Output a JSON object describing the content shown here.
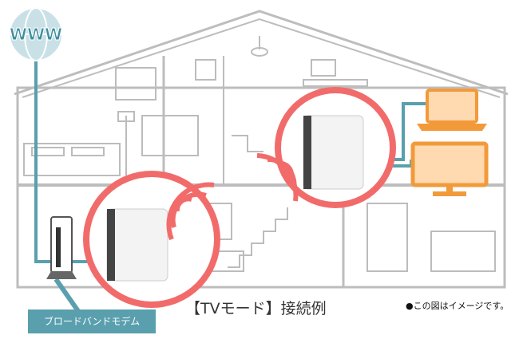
{
  "caption": "【TVモード】接続例",
  "note": "●この図はイメージです。",
  "modem_label": "ブロードバンドモデム",
  "globe_text": "WWW",
  "colors": {
    "cable": "#5a9fae",
    "ring": "#f26b6b",
    "device": "#ffd9b0",
    "device_stroke": "#f29a3a",
    "house": "#bdbdbd"
  }
}
